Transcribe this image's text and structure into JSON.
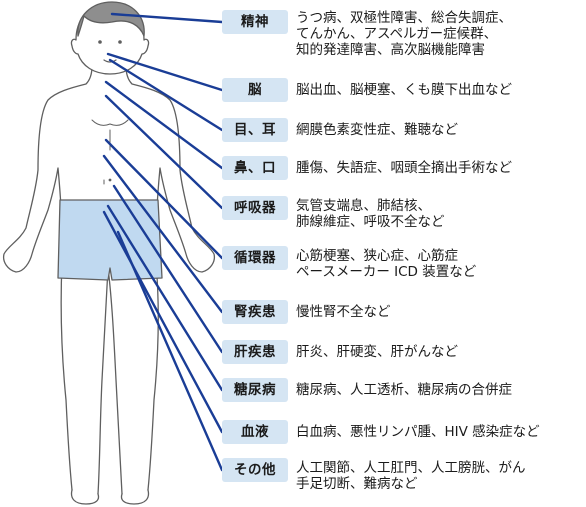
{
  "colors": {
    "leader_line": "#1a3d96",
    "label_bg": "#d5e5f3",
    "shorts_fill": "#c0d9f0",
    "skin_fill": "#ffffff",
    "hair_fill": "#8e8e8e",
    "outline": "#5f5f5f"
  },
  "categories": [
    {
      "label": "精神",
      "description": "うつ病、双極性障害、総合失調症、\nてんかん、アスペルガー症候群、\n知的発達障害、高次脳機能障害"
    },
    {
      "label": "脳",
      "description": "脳出血、脳梗塞、くも膜下出血など"
    },
    {
      "label": "目、耳",
      "description": "網膜色素変性症、難聴など"
    },
    {
      "label": "鼻、口",
      "description": "腫傷、失語症、咽頭全摘出手術など"
    },
    {
      "label": "呼吸器",
      "description": "気管支端息、肺結核、\n肺線維症、呼吸不全など"
    },
    {
      "label": "循環器",
      "description": "心筋梗塞、狭心症、心筋症\nペースメーカー ICD 装置など"
    },
    {
      "label": "腎疾患",
      "description": "慢性腎不全など"
    },
    {
      "label": "肝疾患",
      "description": "肝炎、肝硬変、肝がんなど"
    },
    {
      "label": "糖尿病",
      "description": "糖尿病、人工透析、糖尿病の合併症"
    },
    {
      "label": "血液",
      "description": "白血病、悪性リンパ腫、HIV 感染症など"
    },
    {
      "label": "その他",
      "description": "人工関節、人工肛門、人工膀胱、がん\n手足切断、難病など"
    }
  ]
}
